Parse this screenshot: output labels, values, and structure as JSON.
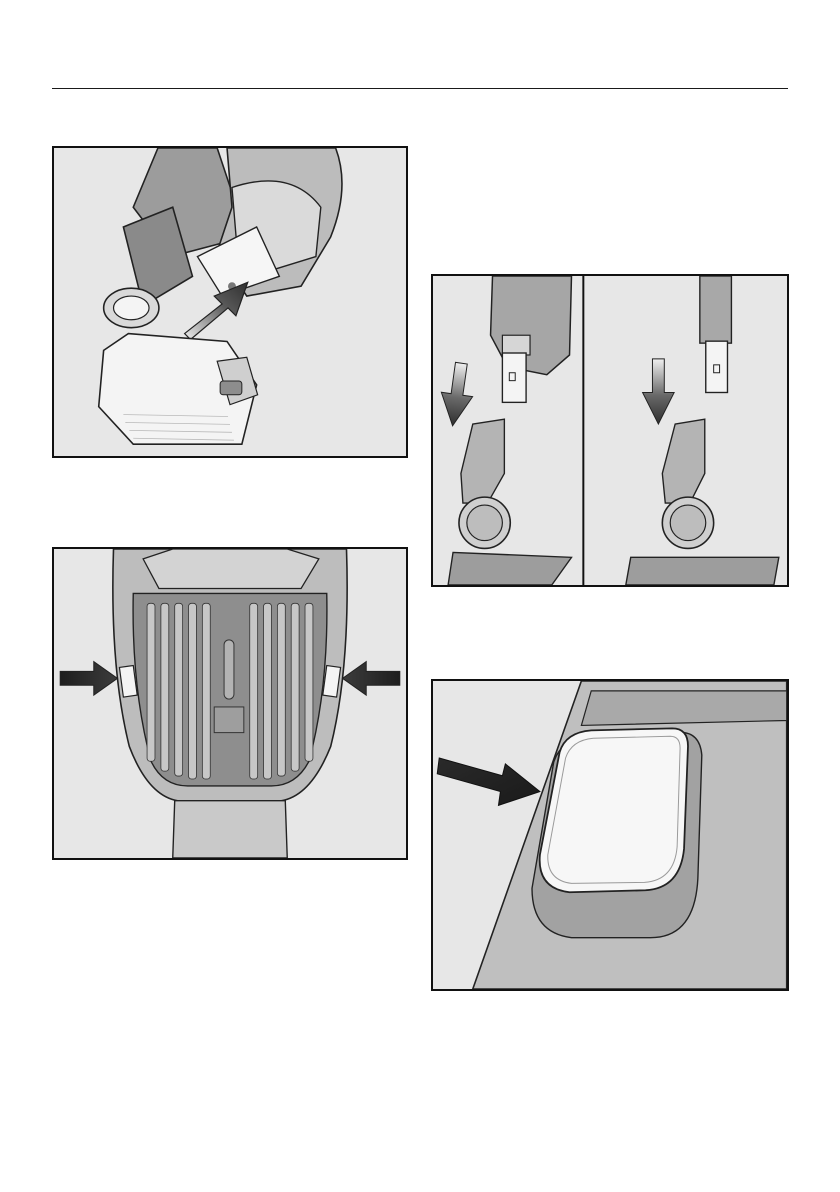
{
  "page": {
    "figures": [
      {
        "id": "battery-insertion",
        "arrows": [
          "arrow-up-right"
        ]
      },
      {
        "id": "tube-attach-split",
        "arrows": [
          "arrow-down-left",
          "arrow-down-right"
        ]
      },
      {
        "id": "filter-grille-release",
        "arrows": [
          "arrow-right",
          "arrow-left"
        ]
      },
      {
        "id": "filter-cover",
        "arrows": [
          "arrow-diagonal"
        ]
      }
    ]
  },
  "colors": {
    "background": "#e7e7e7",
    "device_light": "#f5f5f5",
    "device_mid": "#b9b9b9",
    "device_dark": "#6e6e6e",
    "arrow": "#3a3a3a",
    "outline": "#111111"
  }
}
